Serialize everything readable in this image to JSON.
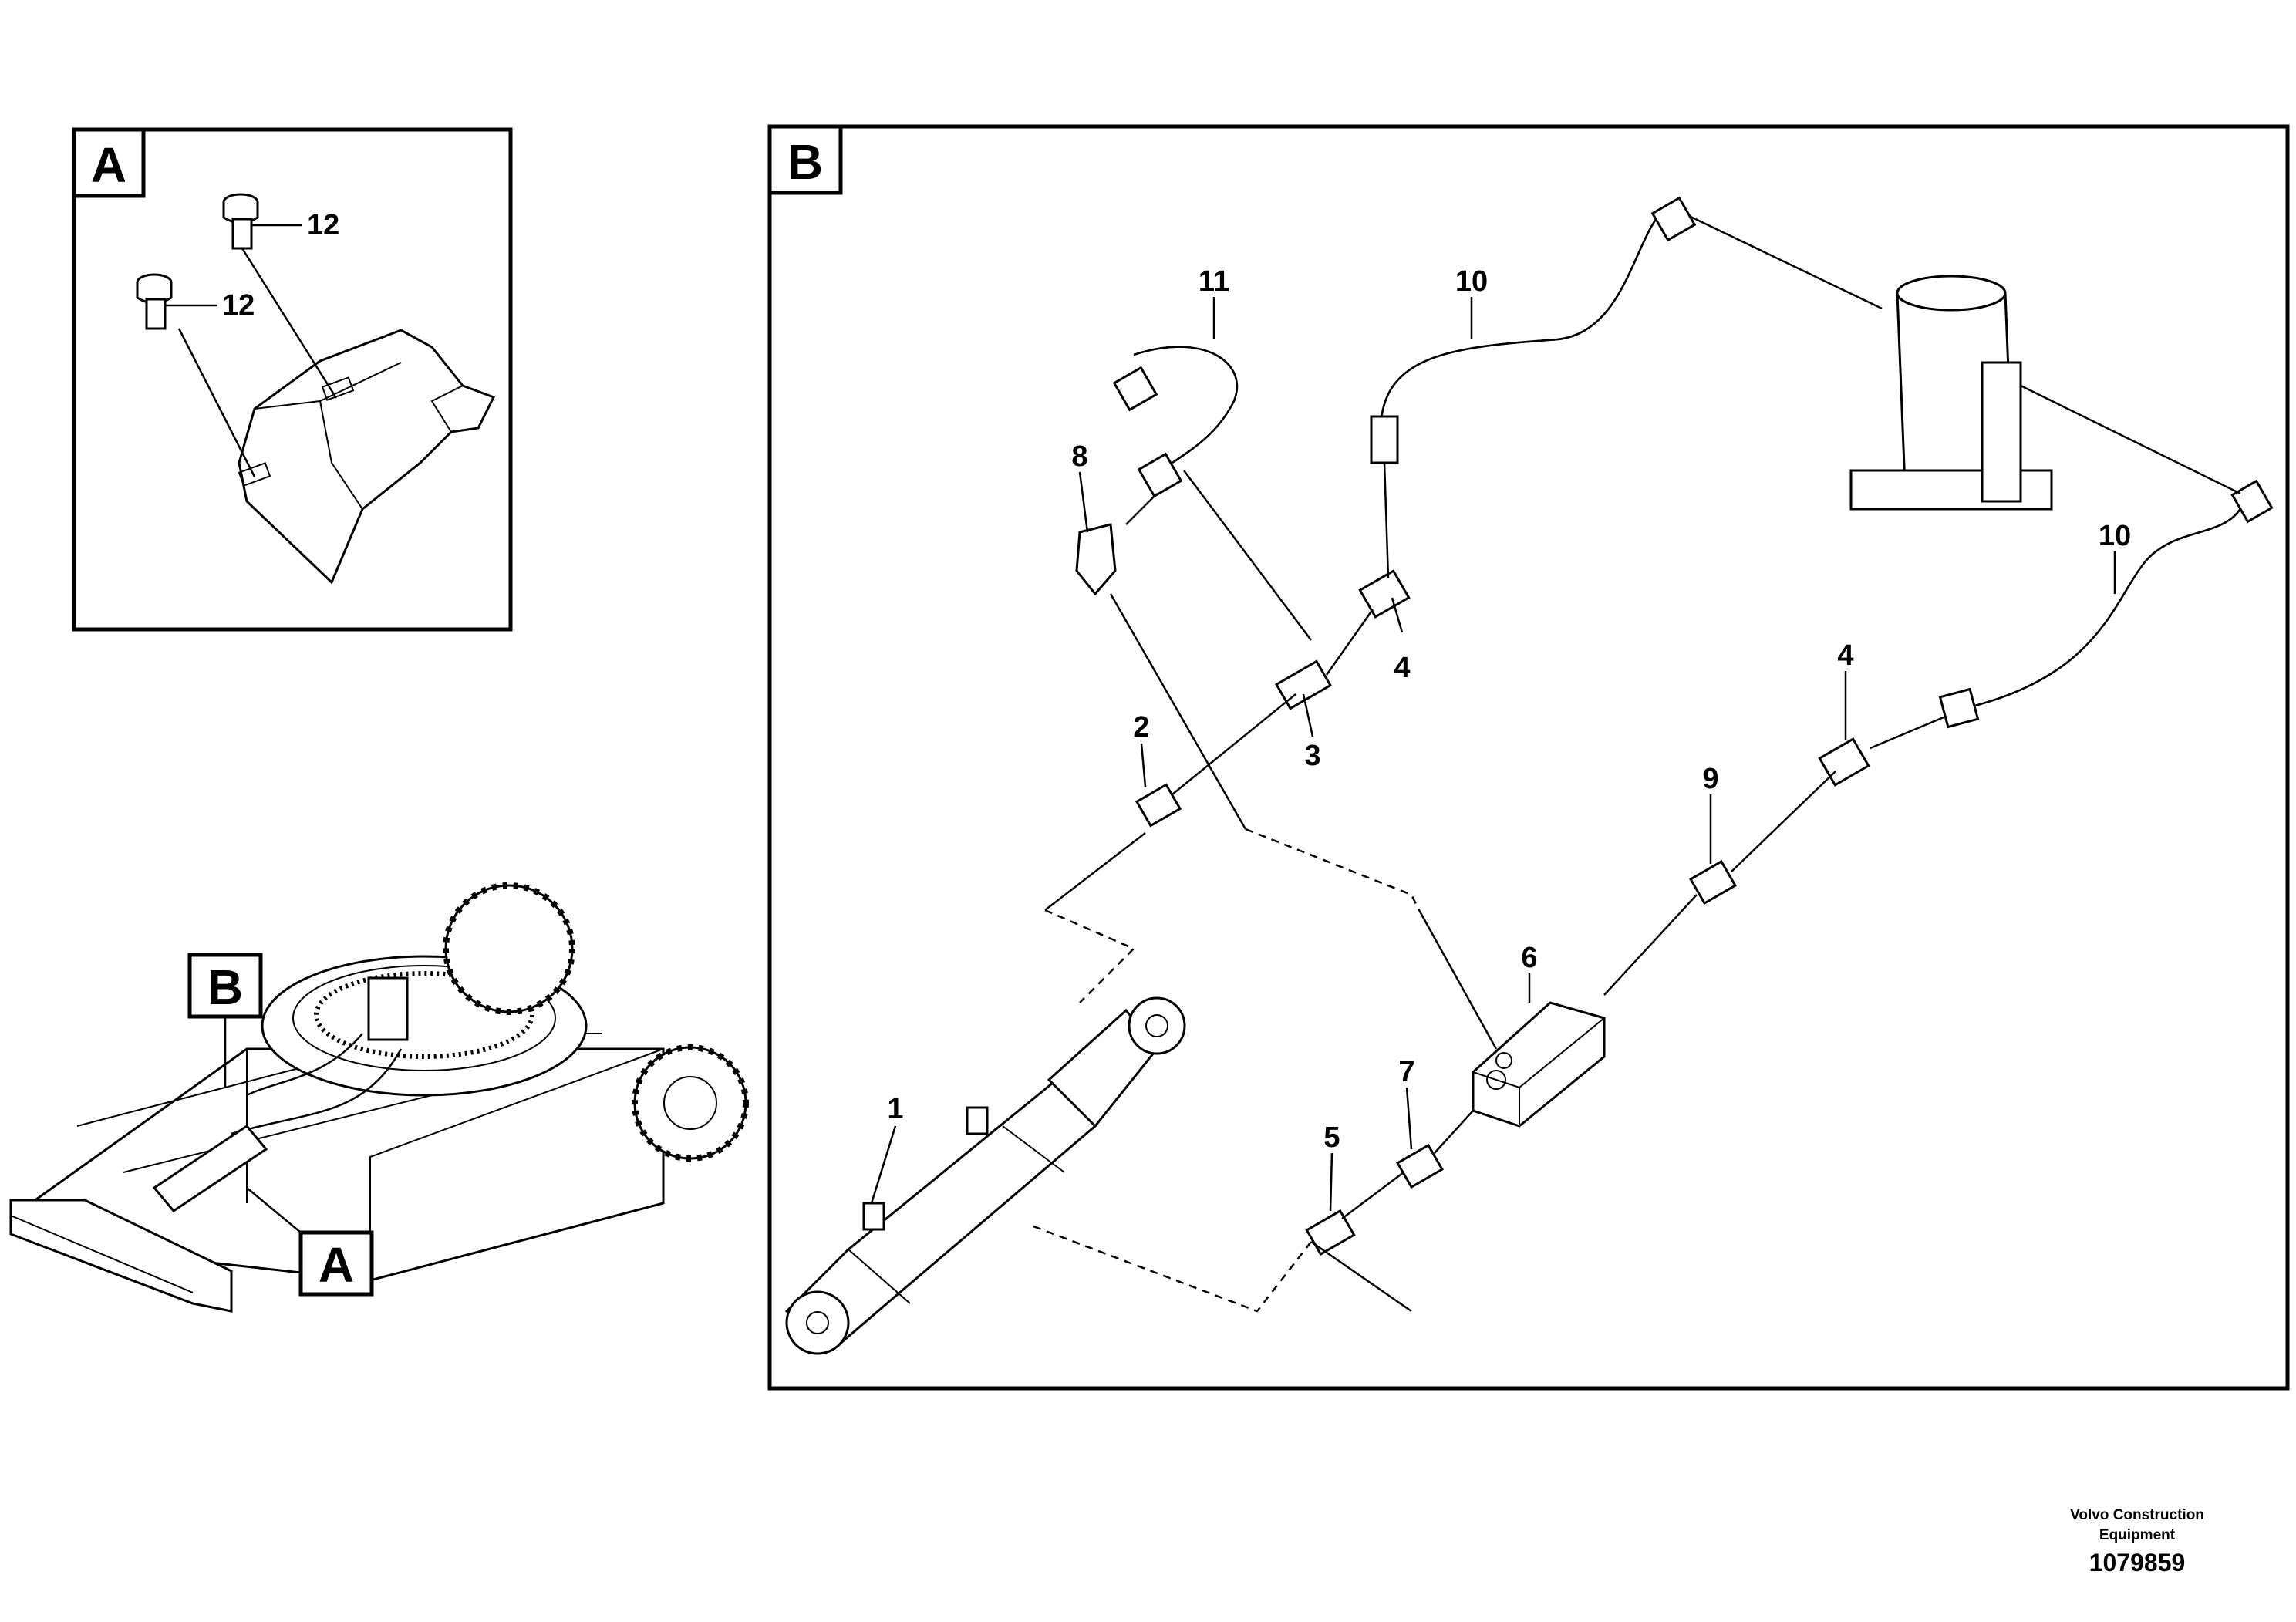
{
  "panels": {
    "a": {
      "label": "A"
    },
    "b": {
      "label": "B"
    }
  },
  "overview": {
    "label_a": "A",
    "label_b": "B"
  },
  "callouts": {
    "c1": "1",
    "c2": "2",
    "c3": "3",
    "c4a": "4",
    "c4b": "4",
    "c5": "5",
    "c6": "6",
    "c7": "7",
    "c8": "8",
    "c9": "9",
    "c10a": "10",
    "c10b": "10",
    "c11": "11",
    "c12a": "12",
    "c12b": "12"
  },
  "footer": {
    "company_line1": "Volvo Construction",
    "company_line2": "Equipment",
    "document_number": "1079859"
  }
}
